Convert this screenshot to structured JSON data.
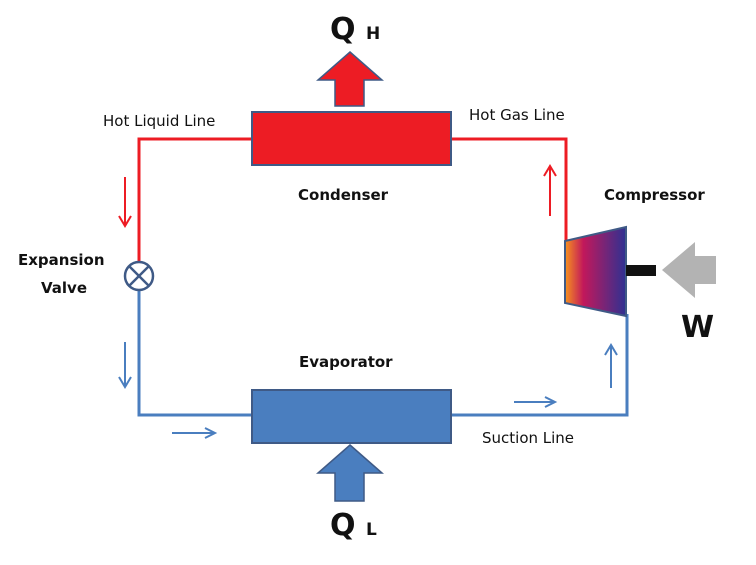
{
  "labels": {
    "qh": "Q",
    "qh_sub": "H",
    "ql": "Q",
    "ql_sub": "L",
    "w": "W",
    "hot_liquid_line": "Hot Liquid Line",
    "hot_gas_line": "Hot Gas Line",
    "condenser": "Condenser",
    "compressor": "Compressor",
    "expansion_valve_1": "Expansion",
    "expansion_valve_2": "Valve",
    "evaporator": "Evaporator",
    "suction_line": "Suction Line"
  },
  "colors": {
    "hot": "#ed1c24",
    "cold": "#4a7ebf",
    "outline": "#3f5a86",
    "work_arrow": "#b3b3b3",
    "shaft": "#111111",
    "compressor_gradient": [
      "#f7931e",
      "#c2185b",
      "#2e3192"
    ]
  }
}
